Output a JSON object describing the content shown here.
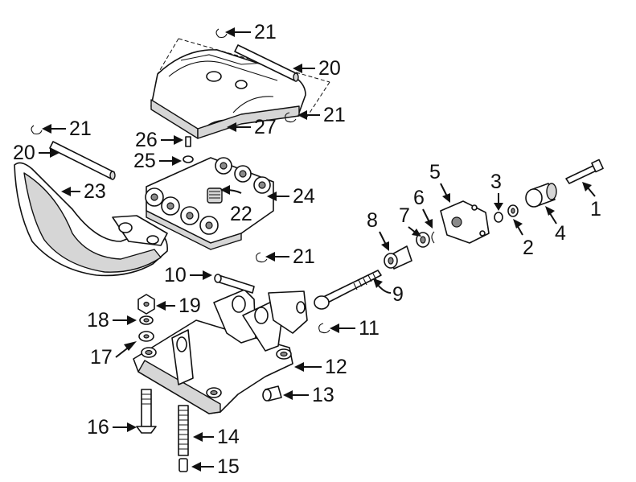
{
  "diagram": {
    "callouts": [
      {
        "id": "c1",
        "label": "1"
      },
      {
        "id": "c2",
        "label": "2"
      },
      {
        "id": "c3",
        "label": "3"
      },
      {
        "id": "c4",
        "label": "4"
      },
      {
        "id": "c5",
        "label": "5"
      },
      {
        "id": "c6",
        "label": "6"
      },
      {
        "id": "c7",
        "label": "7"
      },
      {
        "id": "c8",
        "label": "8"
      },
      {
        "id": "c9",
        "label": "9"
      },
      {
        "id": "c10",
        "label": "10"
      },
      {
        "id": "c11",
        "label": "11"
      },
      {
        "id": "c12",
        "label": "12"
      },
      {
        "id": "c13",
        "label": "13"
      },
      {
        "id": "c14",
        "label": "14"
      },
      {
        "id": "c15",
        "label": "15"
      },
      {
        "id": "c16",
        "label": "16"
      },
      {
        "id": "c17",
        "label": "17"
      },
      {
        "id": "c18",
        "label": "18"
      },
      {
        "id": "c19",
        "label": "19"
      },
      {
        "id": "c20a",
        "label": "20"
      },
      {
        "id": "c20b",
        "label": "20"
      },
      {
        "id": "c21a",
        "label": "21"
      },
      {
        "id": "c21b",
        "label": "21"
      },
      {
        "id": "c21c",
        "label": "21"
      },
      {
        "id": "c21d",
        "label": "21"
      },
      {
        "id": "c22",
        "label": "22"
      },
      {
        "id": "c23",
        "label": "23"
      },
      {
        "id": "c24",
        "label": "24"
      },
      {
        "id": "c25",
        "label": "25"
      },
      {
        "id": "c26",
        "label": "26"
      },
      {
        "id": "c27",
        "label": "27"
      }
    ]
  }
}
